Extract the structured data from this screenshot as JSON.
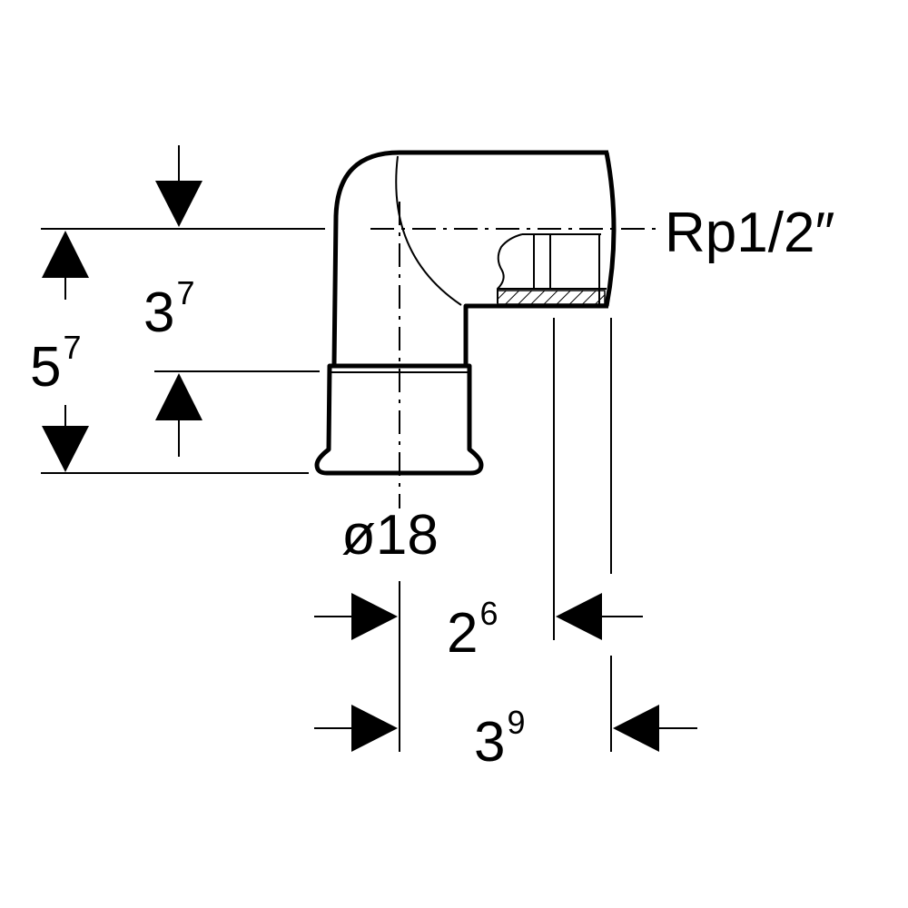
{
  "dimensions": {
    "height_upper": {
      "value": "3",
      "sup": "7"
    },
    "height_total": {
      "value": "5",
      "sup": "7"
    },
    "diameter": "ø18",
    "thread": "Rp1/2″",
    "width_inner": {
      "value": "2",
      "sup": "6"
    },
    "width_outer": {
      "value": "3",
      "sup": "9"
    }
  },
  "colors": {
    "line": "#000000",
    "background": "#ffffff"
  }
}
